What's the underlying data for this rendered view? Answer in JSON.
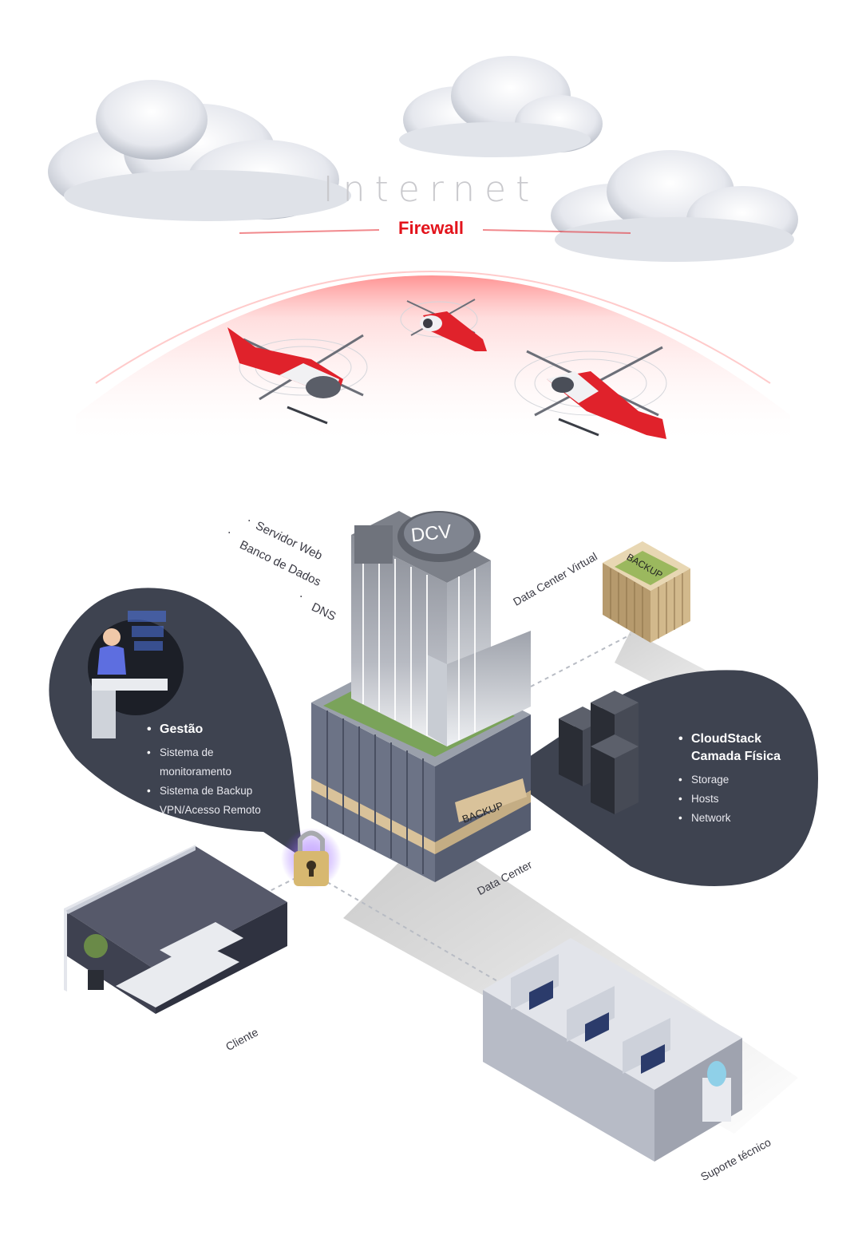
{
  "header": {
    "internet_label": "Internet",
    "firewall_label": "Firewall"
  },
  "colors": {
    "firewall_red": "#e3141c",
    "panel_dark": "#3e4350",
    "building_glass": "#cfd3da",
    "roof_green": "#7aa35a",
    "backup_tan": "#d9c29a"
  },
  "building": {
    "roof_logo": "DCV",
    "backup_sign": "BACKUP",
    "services": [
      "Servidor Web",
      "Banco de Dados",
      "DNS"
    ]
  },
  "virtual_dc": {
    "label": "Data Center Virtual",
    "sign": "BACKUP"
  },
  "management_panel": {
    "title": "Gestão",
    "items": [
      "Sistema de monitoramento",
      "Sistema de Backup",
      "VPN/Acesso Remoto"
    ],
    "item_lines": [
      "Sistema de",
      "monitoramento",
      "Sistema de Backup",
      "VPN/Acesso Remoto"
    ]
  },
  "physical_panel": {
    "title_line1": "CloudStack",
    "title_line2": "Camada Física",
    "items": [
      "Storage",
      "Hosts",
      "Network"
    ]
  },
  "labels": {
    "data_center": "Data Center",
    "client": "Cliente",
    "support": "Suporte técnico"
  },
  "icons": [
    "cloud-icon",
    "helicopter-icon",
    "lock-icon",
    "server-rack-icon"
  ]
}
